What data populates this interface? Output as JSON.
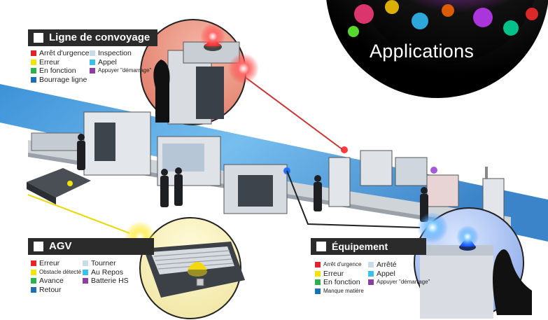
{
  "title": "Applications",
  "panels": {
    "conveyor": {
      "title": "Ligne de convoyage",
      "col1": [
        {
          "label": "Arrêt d'urgence",
          "color": "#e3242b"
        },
        {
          "label": "Erreur",
          "color": "#f5e400"
        },
        {
          "label": "En fonction",
          "color": "#2bb24c"
        },
        {
          "label": "Bourrage ligne",
          "color": "#1f6fb5"
        }
      ],
      "col2": [
        {
          "label": "Inspection",
          "color": "#c8dce8"
        },
        {
          "label": "Appel",
          "color": "#3bc1e8"
        },
        {
          "label": "Appuyer \"démarrage\"",
          "color": "#8b3fa0"
        }
      ]
    },
    "agv": {
      "title": "AGV",
      "col1": [
        {
          "label": "Erreur",
          "color": "#e3242b"
        },
        {
          "label": "Obstacle détecté",
          "color": "#f5e400"
        },
        {
          "label": "Avance",
          "color": "#2bb24c"
        },
        {
          "label": "Retour",
          "color": "#1f6fb5"
        }
      ],
      "col2": [
        {
          "label": "Tourner",
          "color": "#c8dce8"
        },
        {
          "label": "Au Repos",
          "color": "#3bc1e8"
        },
        {
          "label": "Batterie HS",
          "color": "#8b3fa0"
        }
      ]
    },
    "compact": {
      "title": "Équipement compact",
      "col1": [
        {
          "label": "Arrêt d'urgence",
          "color": "#e3242b"
        },
        {
          "label": "Erreur",
          "color": "#f5e400"
        },
        {
          "label": "En fonction",
          "color": "#2bb24c"
        },
        {
          "label": "Manque matière",
          "color": "#1f6fb5"
        }
      ],
      "col2": [
        {
          "label": "Arrêté",
          "color": "#c8dce8"
        },
        {
          "label": "Appel",
          "color": "#3bc1e8"
        },
        {
          "label": "Appuyer \"démarrage\"",
          "color": "#8b3fa0"
        }
      ]
    }
  }
}
